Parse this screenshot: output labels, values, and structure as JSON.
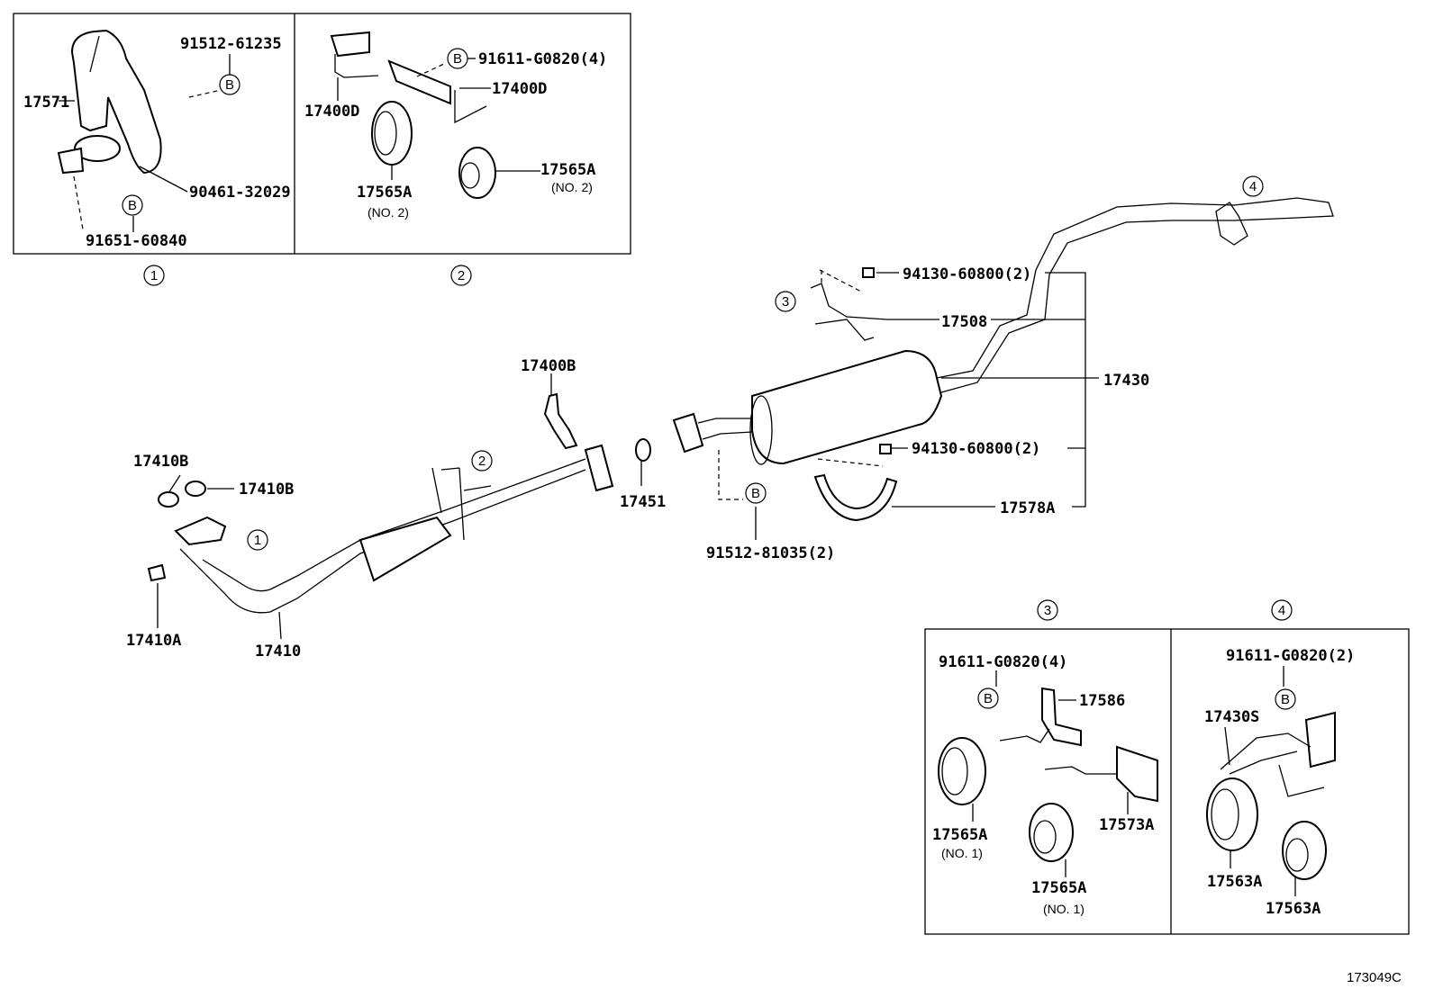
{
  "figure_id": "173049C",
  "reference_markers": {
    "one": "1",
    "two": "2",
    "three": "3",
    "four": "4",
    "bolt": "B"
  },
  "detail_1": {
    "heat_insulator": "17571",
    "bolt_top": "91512-61235",
    "clamp": "90461-32029",
    "bolt_bottom": "91651-60840"
  },
  "detail_2": {
    "bolt": "91611-G0820(4)",
    "bracket_right": "17400D",
    "bracket_left": "17400D",
    "mount_left": "17565A",
    "mount_left_note": "(NO. 2)",
    "mount_right": "17565A",
    "mount_right_note": "(NO. 2)"
  },
  "main": {
    "nut_top": "94130-60800(2)",
    "hanger": "17508",
    "bracket": "17400B",
    "tailpipe": "17430",
    "nut_bottom": "94130-60800(2)",
    "gasket_a": "17410B",
    "gasket_b": "17410B",
    "gasket_ring": "17451",
    "band": "17578A",
    "bolt": "91512-81035(2)",
    "plug": "17410A",
    "front_pipe": "17410"
  },
  "detail_3": {
    "bolt": "91611-G0820(4)",
    "bracket": "17586",
    "mount_left": "17565A",
    "mount_left_note": "(NO. 1)",
    "bracket_2": "17573A",
    "mount_bottom": "17565A",
    "mount_bottom_note": "(NO. 1)"
  },
  "detail_4": {
    "bolt": "91611-G0820(2)",
    "bracket": "17430S",
    "mount_left": "17563A",
    "mount_right": "17563A"
  }
}
